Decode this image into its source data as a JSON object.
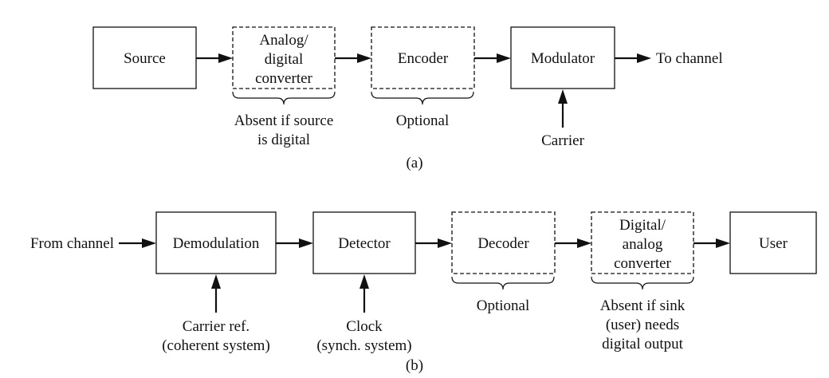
{
  "panel_a": {
    "caption": "(a)",
    "blocks": {
      "source": "Source",
      "adc": [
        "Analog/",
        "digital",
        "converter"
      ],
      "encoder": "Encoder",
      "modulator": "Modulator"
    },
    "output": "To channel",
    "notes": {
      "adc": [
        "Absent if source",
        "is digital"
      ],
      "encoder": "Optional",
      "carrier": "Carrier"
    }
  },
  "panel_b": {
    "caption": "(b)",
    "input": "From channel",
    "blocks": {
      "demodulation": "Demodulation",
      "detector": "Detector",
      "decoder": "Decoder",
      "dac": [
        "Digital/",
        "analog",
        "converter"
      ],
      "user": "User"
    },
    "notes": {
      "carrier_ref": [
        "Carrier ref.",
        "(coherent system)"
      ],
      "clock": [
        "Clock",
        "(synch. system)"
      ],
      "decoder": "Optional",
      "dac": [
        "Absent if sink",
        "(user) needs",
        "digital output"
      ]
    }
  }
}
